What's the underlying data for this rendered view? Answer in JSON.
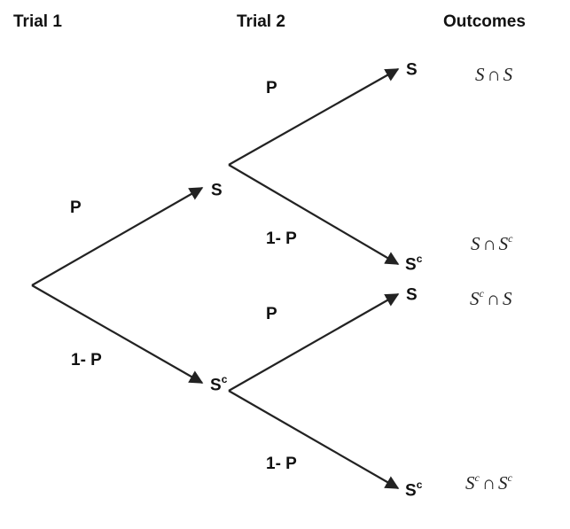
{
  "headers": {
    "trial1": "Trial 1",
    "trial2": "Trial 2",
    "outcomes": "Outcomes"
  },
  "probabilities": {
    "first_success": "P",
    "first_failure": "1- P",
    "s_branch_success": "P",
    "s_branch_failure": "1- P",
    "sc_branch_success": "P",
    "sc_branch_failure": "1- P"
  },
  "nodes": {
    "trial1_success": {
      "base": "S",
      "sup": ""
    },
    "trial1_failure": {
      "base": "S",
      "sup": "c"
    },
    "trial2_s_success": {
      "base": "S",
      "sup": ""
    },
    "trial2_s_failure": {
      "base": "S",
      "sup": "c"
    },
    "trial2_sc_success": {
      "base": "S",
      "sup": ""
    },
    "trial2_sc_failure": {
      "base": "S",
      "sup": "c"
    }
  },
  "outcomes": [
    {
      "a": "S",
      "a_sup": "",
      "cap": "∩",
      "b": "S",
      "b_sup": ""
    },
    {
      "a": "S",
      "a_sup": "",
      "cap": "∩",
      "b": "S",
      "b_sup": "c"
    },
    {
      "a": "S",
      "a_sup": "c",
      "cap": "∩",
      "b": "S",
      "b_sup": ""
    },
    {
      "a": "S",
      "a_sup": "c",
      "cap": "∩",
      "b": "S",
      "b_sup": "c"
    }
  ],
  "colors": {
    "line": "#222222",
    "text": "#111111"
  }
}
